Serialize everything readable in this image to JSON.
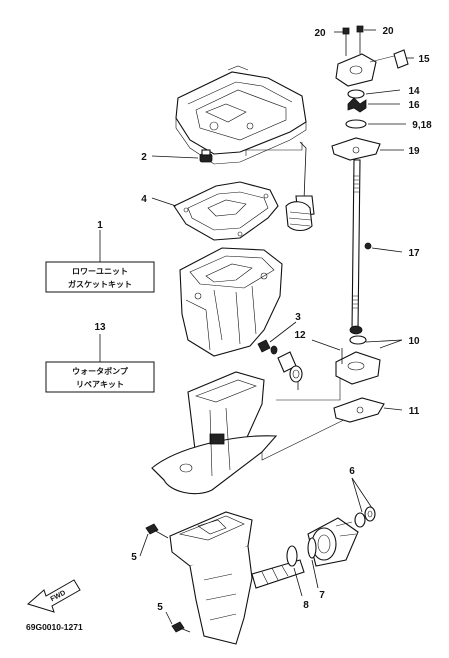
{
  "callouts": {
    "c1": "1",
    "c2": "2",
    "c3": "3",
    "c4": "4",
    "c5a": "5",
    "c5b": "5",
    "c6": "6",
    "c7": "7",
    "c8": "8",
    "c918": "9,18",
    "c10": "10",
    "c11": "11",
    "c12": "12",
    "c13": "13",
    "c14": "14",
    "c15": "15",
    "c16": "16",
    "c17": "17",
    "c19": "19",
    "c20a": "20",
    "c20b": "20"
  },
  "kits": {
    "gasket_kit": [
      "ロワーユニット",
      "ガスケットキット"
    ],
    "water_pump_kit": [
      "ウォータポンプ",
      "リペアキット"
    ]
  },
  "fwd_label": "FWD",
  "diagram_code": "69G0010-1271",
  "colors": {
    "ink": "#111111",
    "paper": "#ffffff"
  }
}
